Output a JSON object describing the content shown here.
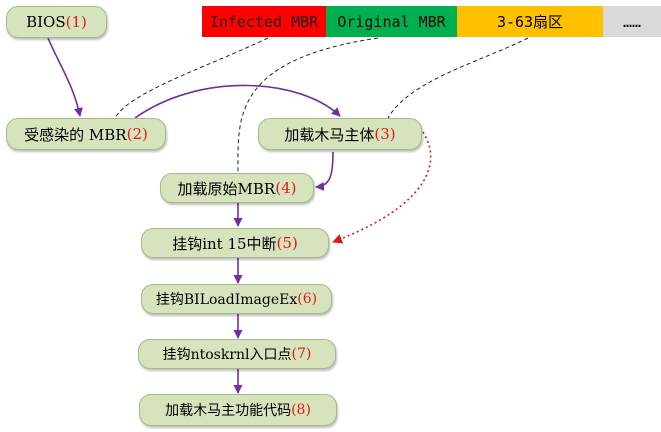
{
  "disk_bar": {
    "segments": [
      {
        "label": "Infected MBR",
        "bg": "#ff0000",
        "fg": "#222222"
      },
      {
        "label": "Original MBR",
        "bg": "#00b050",
        "fg": "#0a0a0a"
      },
      {
        "label": "3-63扇区",
        "bg": "#ffc000",
        "fg": "#000000"
      },
      {
        "label": "……",
        "bg": "#d9d9d9",
        "fg": "#000000"
      }
    ]
  },
  "nodes": [
    {
      "text": "BIOS",
      "num": "(1)"
    },
    {
      "text": "受感染的 MBR",
      "num": "(2)"
    },
    {
      "text": "加载木马主体",
      "num": "(3)"
    },
    {
      "text": "加载原始MBR",
      "num": "(4)"
    },
    {
      "text": "挂钩int 15中断",
      "num": "(5)"
    },
    {
      "text": "挂钩BILoadImageEx",
      "num": "(6)"
    },
    {
      "text": "挂钩ntoskrnl入口点",
      "num": "(7)"
    },
    {
      "text": "加载木马主功能代码",
      "num": "(8)"
    }
  ],
  "colors": {
    "flow_arrow": "#7030a0",
    "jump_arrow": "#e0191c",
    "node_fill": "#d6e3bc",
    "dashed_link": "#222222"
  }
}
